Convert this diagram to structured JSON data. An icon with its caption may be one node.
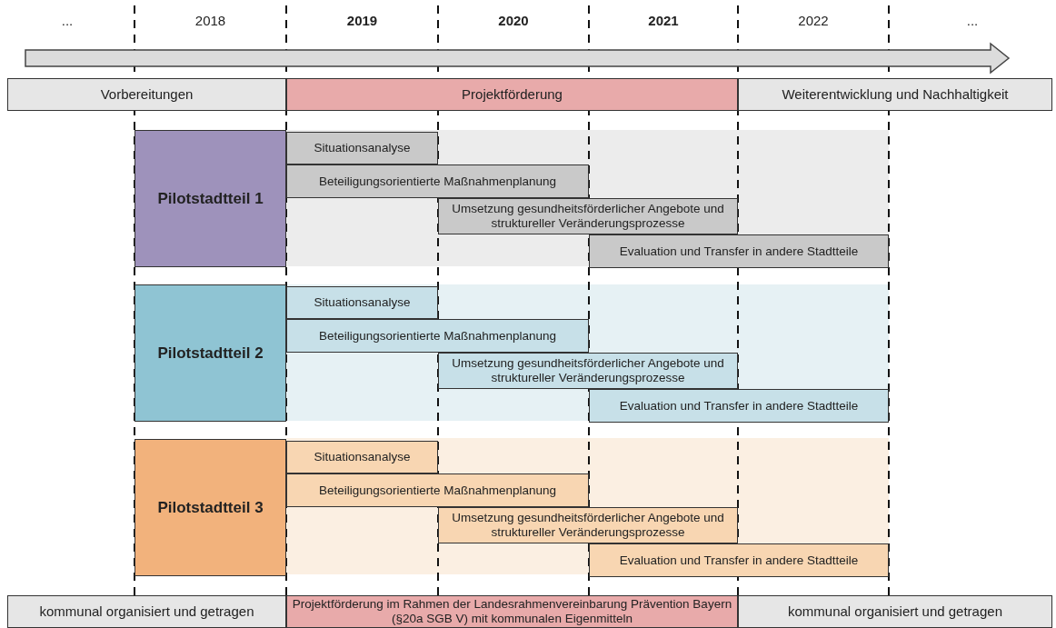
{
  "diagram": {
    "nodes": [
      {
        "text": [
          "Vorbereitungen"
        ]
      },
      {
        "text": [
          "Projektförderung"
        ]
      },
      {
        "text": [
          "Weiterentwicklung und Nachhaltigkeit"
        ]
      },
      {
        "text": [
          "Pilotstadtteil 1"
        ]
      },
      {
        "text": [
          "Situationsanalyse"
        ]
      },
      {
        "text": [
          "Beteiligungsorientierte Maßnahmenplanung"
        ]
      },
      {
        "text": [
          "Umsetzung gesundheitsförderlicher Angebote und struktureller Veränderungsprozesse"
        ]
      },
      {
        "text": [
          "Evaluation und Transfer in andere Stadtteile"
        ]
      },
      {
        "text": [
          "Pilotstadtteil 2"
        ]
      },
      {
        "text": [
          "Situationsanalyse"
        ]
      },
      {
        "text": [
          "Beteiligungsorientierte Maßnahmenplanung"
        ]
      },
      {
        "text": [
          "Umsetzung gesundheitsförderlicher Angebote und struktureller Veränderungsprozesse"
        ]
      },
      {
        "text": [
          "Evaluation und Transfer in andere Stadtteile"
        ]
      },
      {
        "text": [
          "Pilotstadtteil 3"
        ]
      },
      {
        "text": [
          "Situationsanalyse"
        ]
      },
      {
        "text": [
          "Beteiligungsorientierte Maßnahmenplanung"
        ]
      },
      {
        "text": [
          "Umsetzung gesundheitsförderlicher Angebote und struktureller Veränderungsprozesse"
        ]
      },
      {
        "text": [
          "Evaluation und Transfer in andere Stadtteile"
        ]
      },
      {
        "text": [
          "kommunal organisiert und getragen"
        ]
      },
      {
        "text": [
          "Projektförderung im Rahmen der Landesrahmenvereinbarung Prävention Bayern (§20a SGB V) mit kommunalen Eigenmitteln"
        ]
      },
      {
        "text": [
          "kommunal organisiert und getragen"
        ]
      }
    ],
    "edges": [],
    "labels": [
      "...",
      "2018",
      "2019",
      "2020",
      "2021",
      "2022",
      "..."
    ]
  }
}
